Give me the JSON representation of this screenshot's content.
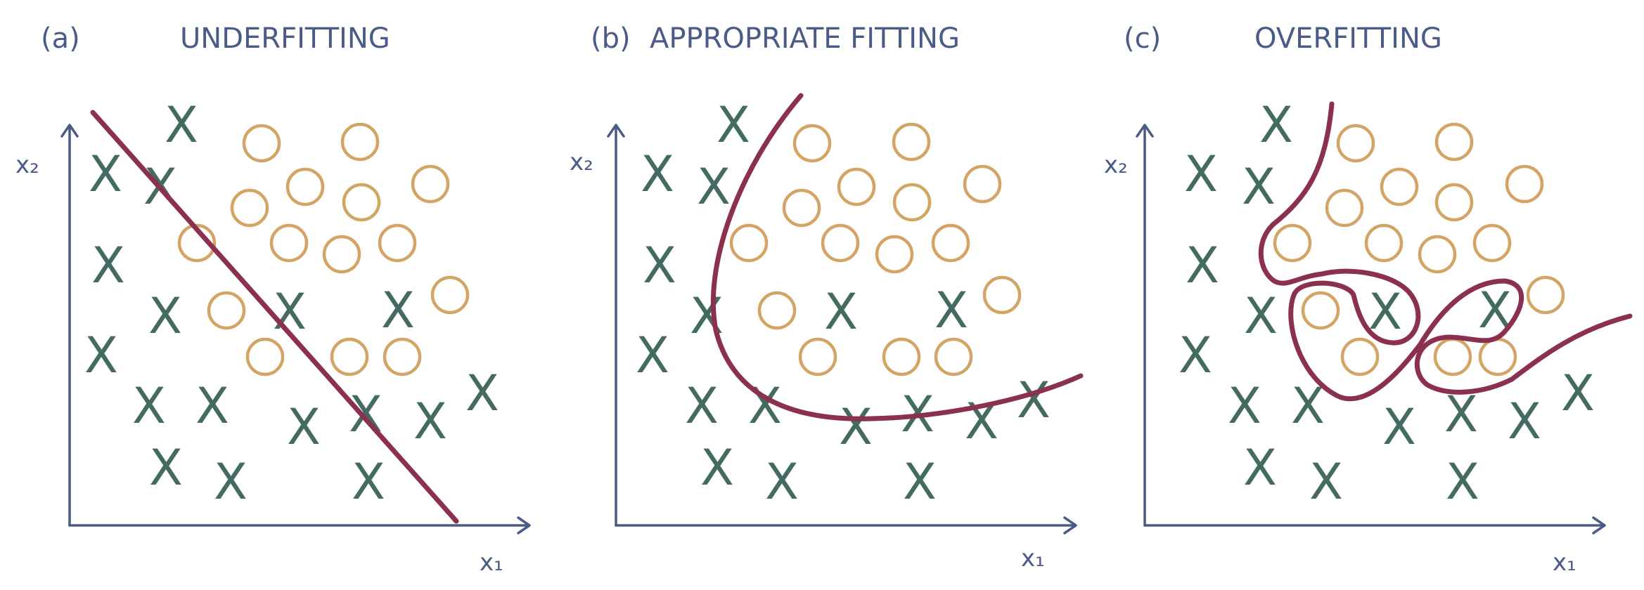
{
  "panels": [
    {
      "letter": "(a)",
      "title": "UNDERFITTING",
      "x_label": "x₁",
      "y_label": "x₂",
      "class_x_glyph": "X",
      "boundary_kind": "straight-line"
    },
    {
      "letter": "(b)",
      "title": "APPROPRIATE FITTING",
      "x_label": "x₁",
      "y_label": "x₂",
      "class_x_glyph": "X",
      "boundary_kind": "smooth-curve"
    },
    {
      "letter": "(c)",
      "title": "OVERFITTING",
      "x_label": "x₁",
      "y_label": "x₂",
      "class_x_glyph": "X",
      "boundary_kind": "complex-curve"
    }
  ],
  "colors": {
    "text": "#4a5b88",
    "axis": "#4a5b88",
    "class_x": "#436b61",
    "class_o": "#d4a464",
    "boundary": "#8b3050",
    "background": "#ffffff"
  }
}
